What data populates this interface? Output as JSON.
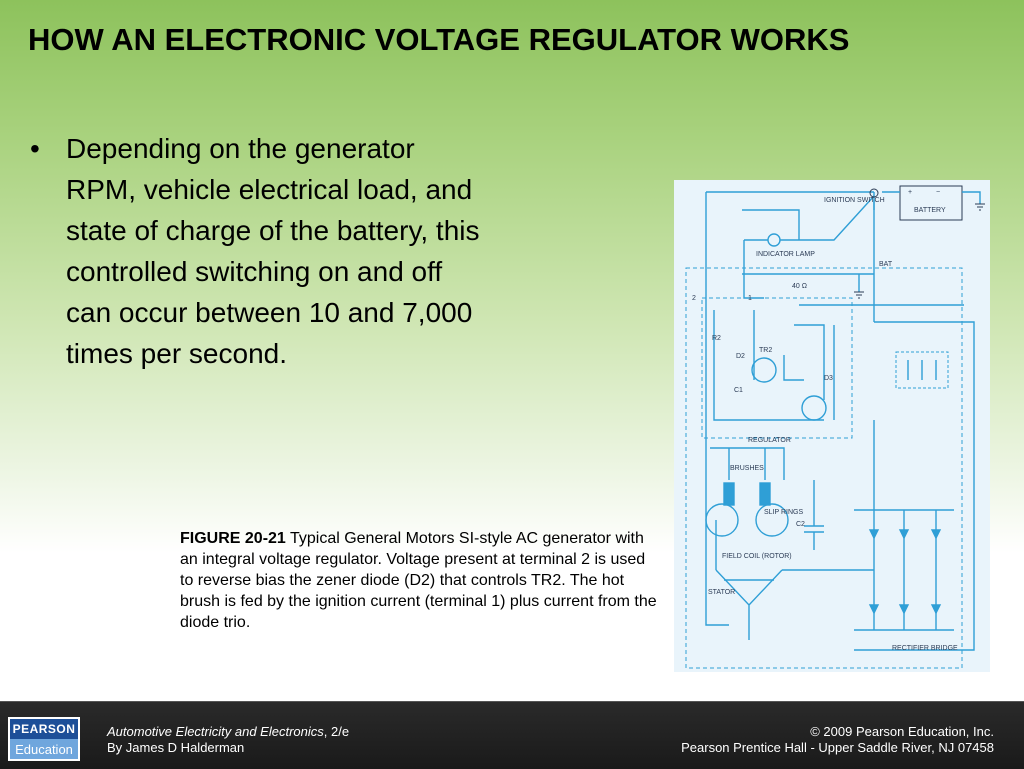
{
  "slide": {
    "title": "HOW AN ELECTRONIC VOLTAGE REGULATOR WORKS",
    "bullet_text": "Depending on the generator RPM, vehicle electrical load, and state of charge of the battery, this controlled switching on and off can occur between 10 and 7,000 times per second."
  },
  "caption": {
    "label": "FIGURE 20-21",
    "text": " Typical General Motors SI-style AC generator with an integral voltage regulator. Voltage present at terminal 2 is used to reverse bias the zener diode (D2) that controls TR2. The hot brush is fed by the ignition current (terminal 1) plus current from the diode trio."
  },
  "diagram": {
    "ignition_switch": "IGNITION SWITCH",
    "battery": "BATTERY",
    "battery_plus": "+",
    "battery_minus": "−",
    "indicator_lamp": "INDICATOR LAMP",
    "bat": "BAT",
    "resistor_40": "40 Ω",
    "terminal_2": "2",
    "terminal_1": "1",
    "r2": "R2",
    "d2": "D2",
    "tr2": "TR2",
    "d3": "D3",
    "c1": "C1",
    "regulator": "REGULATOR",
    "brushes": "BRUSHES",
    "slip_rings": "SLIP RINGS",
    "c2": "C2",
    "field_coil": "FIELD COIL (ROTOR)",
    "stator": "STATOR",
    "rectifier_bridge": "RECTIFIER BRIDGE"
  },
  "footer": {
    "logo_top": "PEARSON",
    "logo_bottom": "Education",
    "book_title": "Automotive Electricity and Electronics",
    "book_edition": ", 2/e",
    "author": "By James D Halderman",
    "copyright": "© 2009 Pearson Education, Inc.",
    "publisher": "Pearson Prentice Hall - Upper Saddle River, NJ 07458"
  },
  "colors": {
    "wire": "#2f9fd6",
    "text_dark": "#2b3b55",
    "footer_bg": "#1f1f1f"
  }
}
